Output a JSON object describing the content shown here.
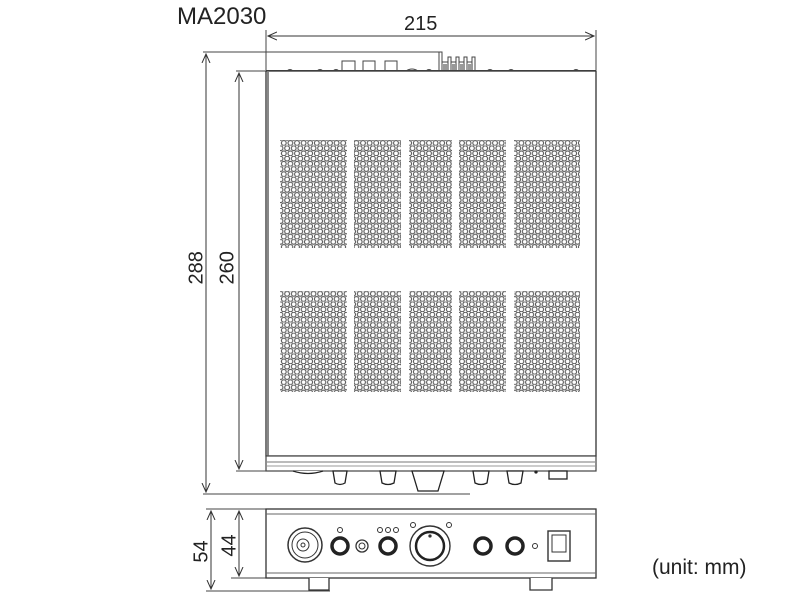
{
  "title": "MA2030",
  "dimensions": {
    "width": "215",
    "depth_overall": "288",
    "depth_body": "260",
    "height_overall": "54",
    "height_body": "44"
  },
  "unit_note": "(unit: mm)",
  "views": {
    "top_view": {
      "vent_rows": 2,
      "vent_panels_per_row": 5,
      "vent_pattern": "hexagonal-perforation"
    },
    "front_view": {
      "controls": [
        "combo-xlr-jack",
        "jack",
        "small-jack",
        "jack",
        "volume-knob",
        "jack",
        "jack",
        "led-indicator",
        "power-switch"
      ]
    }
  },
  "colors": {
    "line": "#444444",
    "dark_line": "#1a1a1a",
    "vent": "#5a5a5a",
    "background": "#ffffff"
  }
}
